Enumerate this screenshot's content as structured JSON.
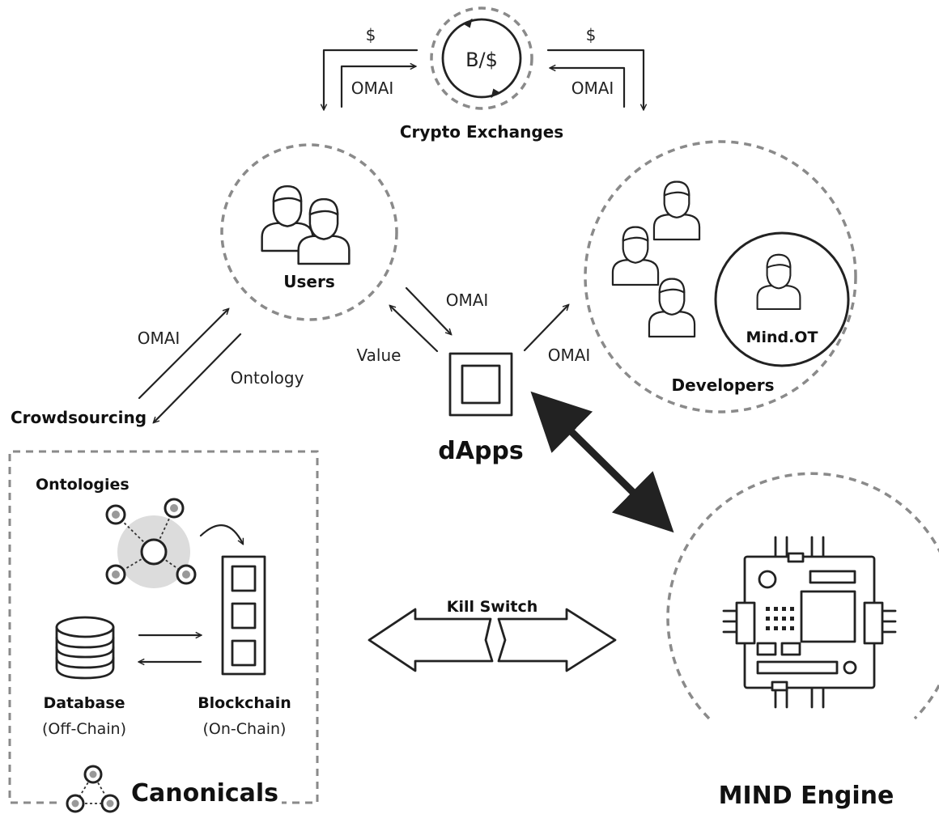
{
  "exchange": {
    "center_label": "B/$",
    "title": "Crypto Exchanges",
    "left_in": "$",
    "left_out": "OMAI",
    "right_in": "$",
    "right_out": "OMAI"
  },
  "users": {
    "label": "Users"
  },
  "developers": {
    "label": "Developers",
    "inner_label": "Mind.OT"
  },
  "dapps": {
    "label": "dApps",
    "from_users": "OMAI",
    "to_users": "Value",
    "to_developers": "OMAI"
  },
  "crowdsourcing": {
    "label": "Crowdsourcing",
    "up": "OMAI",
    "down": "Ontology"
  },
  "canonicals": {
    "title": "Canonicals",
    "ontologies": "Ontologies",
    "database": "Database",
    "database_sub": "(Off-Chain)",
    "blockchain": "Blockchain",
    "blockchain_sub": "(On-Chain)"
  },
  "kill_switch": {
    "label": "Kill Switch"
  },
  "engine": {
    "label": "MIND Engine"
  }
}
